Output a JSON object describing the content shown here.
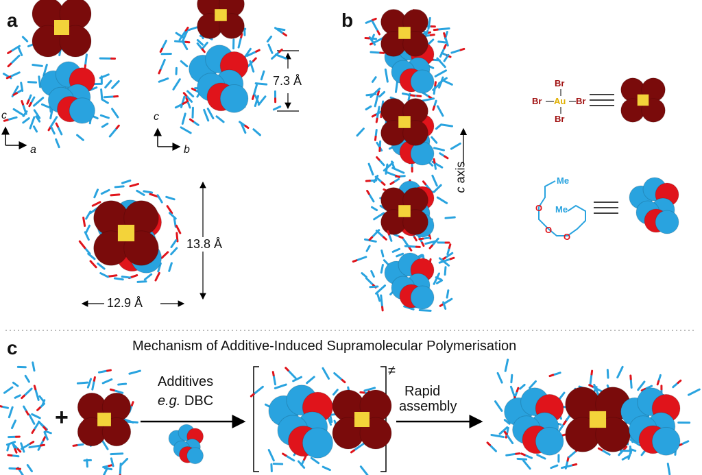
{
  "panels": {
    "a": {
      "label": "a",
      "axes1": {
        "vertical": "c",
        "horizontal": "a"
      },
      "axes2": {
        "vertical": "c",
        "horizontal": "b"
      },
      "dim_height": "7.3 Å",
      "dim_diameter_inner": "13.8 Å",
      "dim_diameter_outer": "12.9 Å"
    },
    "b": {
      "label": "b",
      "axis_label_italic": "c",
      "axis_label_rest": " axis",
      "legend_aubr": {
        "br_top": "Br",
        "br_left": "Br",
        "au": "Au",
        "br_right": "Br",
        "br_bottom": "Br"
      },
      "legend_crown": {
        "me_top": "Me",
        "me_mid": "Me",
        "o1": "O",
        "o2": "O",
        "o3": "O"
      }
    },
    "c": {
      "label": "c",
      "title": "Mechanism of Additive-Induced Supramolecular Polymerisation",
      "plus": "+",
      "additives": "Additives",
      "eg_italic": "e.g.",
      "eg_rest": " DBC",
      "ts": "≠",
      "rapid1": "Rapid",
      "rapid2": "assembly"
    }
  },
  "colors": {
    "cyclodextrin": "#29a3df",
    "oxygen": "#e0141b",
    "bromine": "#7a0b0b",
    "gold": "#f3d33a"
  }
}
